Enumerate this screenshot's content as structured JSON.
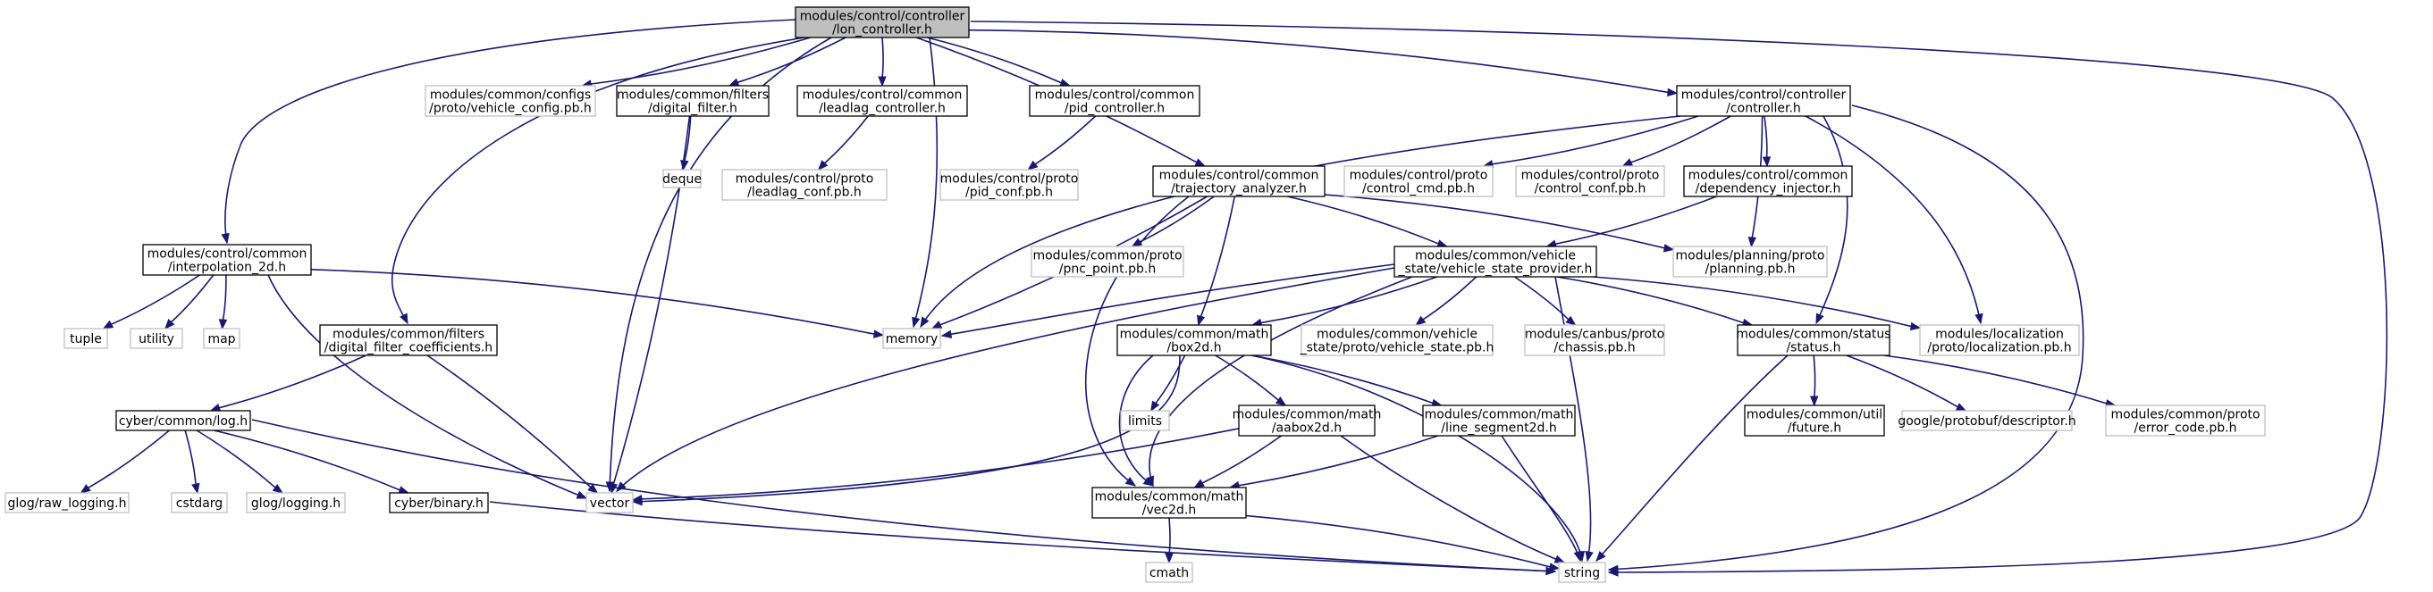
{
  "graph": {
    "edge_color": "#191970",
    "root_fill": "#bfbfbf",
    "system_border": "#bfbfbf",
    "nodes": [
      {
        "id": "root",
        "lines": [
          "modules/control/controller",
          "/lon_controller.h"
        ],
        "kind": "header"
      },
      {
        "id": "vehicle_config",
        "lines": [
          "modules/common/configs",
          "/proto/vehicle_config.pb.h"
        ],
        "kind": "system"
      },
      {
        "id": "digital_filter",
        "lines": [
          "modules/common/filters",
          "/digital_filter.h"
        ],
        "kind": "project"
      },
      {
        "id": "leadlag_controller",
        "lines": [
          "modules/control/common",
          "/leadlag_controller.h"
        ],
        "kind": "project"
      },
      {
        "id": "pid_controller",
        "lines": [
          "modules/control/common",
          "/pid_controller.h"
        ],
        "kind": "project"
      },
      {
        "id": "controller",
        "lines": [
          "modules/control/controller",
          "/controller.h"
        ],
        "kind": "project"
      },
      {
        "id": "deque",
        "lines": [
          "deque"
        ],
        "kind": "system"
      },
      {
        "id": "leadlag_conf",
        "lines": [
          "modules/control/proto",
          "/leadlag_conf.pb.h"
        ],
        "kind": "system"
      },
      {
        "id": "pid_conf",
        "lines": [
          "modules/control/proto",
          "/pid_conf.pb.h"
        ],
        "kind": "system"
      },
      {
        "id": "trajectory_analyzer",
        "lines": [
          "modules/control/common",
          "/trajectory_analyzer.h"
        ],
        "kind": "project"
      },
      {
        "id": "control_cmd",
        "lines": [
          "modules/control/proto",
          "/control_cmd.pb.h"
        ],
        "kind": "system"
      },
      {
        "id": "control_conf",
        "lines": [
          "modules/control/proto",
          "/control_conf.pb.h"
        ],
        "kind": "system"
      },
      {
        "id": "dependency_injector",
        "lines": [
          "modules/control/common",
          "/dependency_injector.h"
        ],
        "kind": "project"
      },
      {
        "id": "interpolation_2d",
        "lines": [
          "modules/control/common",
          "/interpolation_2d.h"
        ],
        "kind": "project"
      },
      {
        "id": "pnc_point",
        "lines": [
          "modules/common/proto",
          "/pnc_point.pb.h"
        ],
        "kind": "system"
      },
      {
        "id": "vehicle_state_provider",
        "lines": [
          "modules/common/vehicle",
          "_state/vehicle_state_provider.h"
        ],
        "kind": "project"
      },
      {
        "id": "planning_pb",
        "lines": [
          "modules/planning/proto",
          "/planning.pb.h"
        ],
        "kind": "system"
      },
      {
        "id": "tuple",
        "lines": [
          "tuple"
        ],
        "kind": "system"
      },
      {
        "id": "utility",
        "lines": [
          "utility"
        ],
        "kind": "system"
      },
      {
        "id": "map",
        "lines": [
          "map"
        ],
        "kind": "system"
      },
      {
        "id": "digital_filter_coefficients",
        "lines": [
          "modules/common/filters",
          "/digital_filter_coefficients.h"
        ],
        "kind": "project"
      },
      {
        "id": "memory",
        "lines": [
          "memory"
        ],
        "kind": "system"
      },
      {
        "id": "box2d",
        "lines": [
          "modules/common/math",
          "/box2d.h"
        ],
        "kind": "project"
      },
      {
        "id": "vehicle_state_pb",
        "lines": [
          "modules/common/vehicle",
          "_state/proto/vehicle_state.pb.h"
        ],
        "kind": "system"
      },
      {
        "id": "chassis_pb",
        "lines": [
          "modules/canbus/proto",
          "/chassis.pb.h"
        ],
        "kind": "system"
      },
      {
        "id": "status",
        "lines": [
          "modules/common/status",
          "/status.h"
        ],
        "kind": "project"
      },
      {
        "id": "localization_pb",
        "lines": [
          "modules/localization",
          "/proto/localization.pb.h"
        ],
        "kind": "system"
      },
      {
        "id": "log",
        "lines": [
          "cyber/common/log.h"
        ],
        "kind": "project"
      },
      {
        "id": "limits",
        "lines": [
          "limits"
        ],
        "kind": "system"
      },
      {
        "id": "aabox2d",
        "lines": [
          "modules/common/math",
          "/aabox2d.h"
        ],
        "kind": "project"
      },
      {
        "id": "line_segment2d",
        "lines": [
          "modules/common/math",
          "/line_segment2d.h"
        ],
        "kind": "project"
      },
      {
        "id": "future",
        "lines": [
          "modules/common/util",
          "/future.h"
        ],
        "kind": "project"
      },
      {
        "id": "descriptor",
        "lines": [
          "google/protobuf/descriptor.h"
        ],
        "kind": "system"
      },
      {
        "id": "error_code",
        "lines": [
          "modules/common/proto",
          "/error_code.pb.h"
        ],
        "kind": "system"
      },
      {
        "id": "raw_logging",
        "lines": [
          "glog/raw_logging.h"
        ],
        "kind": "system"
      },
      {
        "id": "cstdarg",
        "lines": [
          "cstdarg"
        ],
        "kind": "system"
      },
      {
        "id": "glog_logging",
        "lines": [
          "glog/logging.h"
        ],
        "kind": "system"
      },
      {
        "id": "binary",
        "lines": [
          "cyber/binary.h"
        ],
        "kind": "project"
      },
      {
        "id": "vector",
        "lines": [
          "vector"
        ],
        "kind": "system"
      },
      {
        "id": "vec2d",
        "lines": [
          "modules/common/math",
          "/vec2d.h"
        ],
        "kind": "project"
      },
      {
        "id": "string",
        "lines": [
          "string"
        ],
        "kind": "system"
      },
      {
        "id": "cmath",
        "lines": [
          "cmath"
        ],
        "kind": "system"
      }
    ],
    "edges": [
      [
        "root",
        "vehicle_config"
      ],
      [
        "root",
        "digital_filter"
      ],
      [
        "root",
        "leadlag_controller"
      ],
      [
        "root",
        "pid_controller"
      ],
      [
        "root",
        "controller"
      ],
      [
        "root",
        "trajectory_analyzer"
      ],
      [
        "root",
        "interpolation_2d"
      ],
      [
        "root",
        "digital_filter_coefficients"
      ],
      [
        "root",
        "memory"
      ],
      [
        "root",
        "vector"
      ],
      [
        "root",
        "string"
      ],
      [
        "digital_filter",
        "deque"
      ],
      [
        "digital_filter",
        "vector"
      ],
      [
        "leadlag_controller",
        "leadlag_conf"
      ],
      [
        "pid_controller",
        "pid_conf"
      ],
      [
        "controller",
        "control_cmd"
      ],
      [
        "controller",
        "control_conf"
      ],
      [
        "controller",
        "dependency_injector"
      ],
      [
        "controller",
        "planning_pb"
      ],
      [
        "controller",
        "localization_pb"
      ],
      [
        "controller",
        "status"
      ],
      [
        "controller",
        "memory"
      ],
      [
        "controller",
        "string"
      ],
      [
        "trajectory_analyzer",
        "pnc_point"
      ],
      [
        "trajectory_analyzer",
        "vehicle_state_provider"
      ],
      [
        "trajectory_analyzer",
        "planning_pb"
      ],
      [
        "trajectory_analyzer",
        "memory"
      ],
      [
        "trajectory_analyzer",
        "box2d"
      ],
      [
        "trajectory_analyzer",
        "vec2d"
      ],
      [
        "dependency_injector",
        "vehicle_state_provider"
      ],
      [
        "interpolation_2d",
        "tuple"
      ],
      [
        "interpolation_2d",
        "utility"
      ],
      [
        "interpolation_2d",
        "map"
      ],
      [
        "interpolation_2d",
        "memory"
      ],
      [
        "interpolation_2d",
        "vector"
      ],
      [
        "vehicle_state_provider",
        "memory"
      ],
      [
        "vehicle_state_provider",
        "vector"
      ],
      [
        "vehicle_state_provider",
        "box2d"
      ],
      [
        "vehicle_state_provider",
        "vehicle_state_pb"
      ],
      [
        "vehicle_state_provider",
        "chassis_pb"
      ],
      [
        "vehicle_state_provider",
        "status"
      ],
      [
        "vehicle_state_provider",
        "localization_pb"
      ],
      [
        "vehicle_state_provider",
        "string"
      ],
      [
        "vehicle_state_provider",
        "vec2d"
      ],
      [
        "digital_filter_coefficients",
        "log"
      ],
      [
        "digital_filter_coefficients",
        "vector"
      ],
      [
        "box2d",
        "limits"
      ],
      [
        "box2d",
        "aabox2d"
      ],
      [
        "box2d",
        "line_segment2d"
      ],
      [
        "box2d",
        "vector"
      ],
      [
        "box2d",
        "vec2d"
      ],
      [
        "box2d",
        "string"
      ],
      [
        "status",
        "future"
      ],
      [
        "status",
        "descriptor"
      ],
      [
        "status",
        "error_code"
      ],
      [
        "status",
        "string"
      ],
      [
        "log",
        "raw_logging"
      ],
      [
        "log",
        "cstdarg"
      ],
      [
        "log",
        "glog_logging"
      ],
      [
        "log",
        "binary"
      ],
      [
        "log",
        "string"
      ],
      [
        "aabox2d",
        "vector"
      ],
      [
        "aabox2d",
        "vec2d"
      ],
      [
        "aabox2d",
        "string"
      ],
      [
        "line_segment2d",
        "vec2d"
      ],
      [
        "line_segment2d",
        "string"
      ],
      [
        "binary",
        "string"
      ],
      [
        "vec2d",
        "cmath"
      ],
      [
        "vec2d",
        "string"
      ]
    ]
  }
}
